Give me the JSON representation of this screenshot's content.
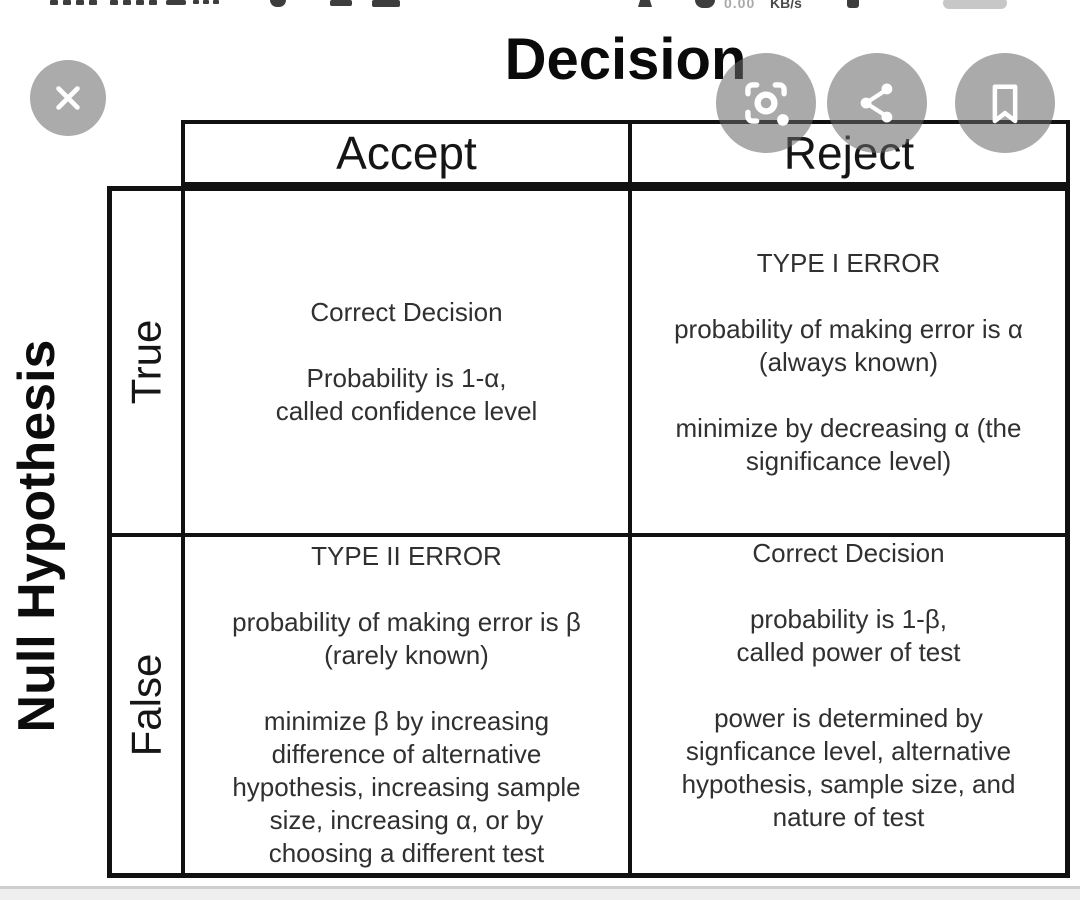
{
  "status_bar": {
    "network_speed_value": "0.00",
    "network_speed_unit": "KB/s"
  },
  "overlay_buttons": {
    "close_label": "close-viewer",
    "lens_label": "search-image-with-lens",
    "share_label": "share-image",
    "bookmark_label": "save-bookmark"
  },
  "matrix": {
    "title": "Decision",
    "row_axis_label": "Null Hypothesis",
    "col_headers": [
      "Accept",
      "Reject"
    ],
    "row_headers": [
      "True",
      "False"
    ],
    "cells": {
      "true_accept": "Correct Decision\n\nProbability is 1-α,\ncalled confidence level",
      "true_reject": "TYPE I ERROR\n\nprobability of making error is α\n(always known)\n\nminimize by decreasing α (the\nsignificance level)",
      "false_accept": "TYPE II ERROR\n\nprobability of making error is β\n(rarely known)\n\nminimize β by increasing\ndifference of alternative\nhypothesis, increasing sample\nsize, increasing α, or by\nchoosing a different test",
      "false_reject": "Correct Decision\n\nprobability is 1-β,\ncalled power of test\n\npower is determined by\nsignficance level, alternative\nhypothesis, sample size, and\nnature of test"
    }
  },
  "colors": {
    "table_border": "#111111",
    "overlay_circle_gray": "#ababab",
    "cell_text": "#303030",
    "bottom_divider": "#cfcfcf"
  }
}
